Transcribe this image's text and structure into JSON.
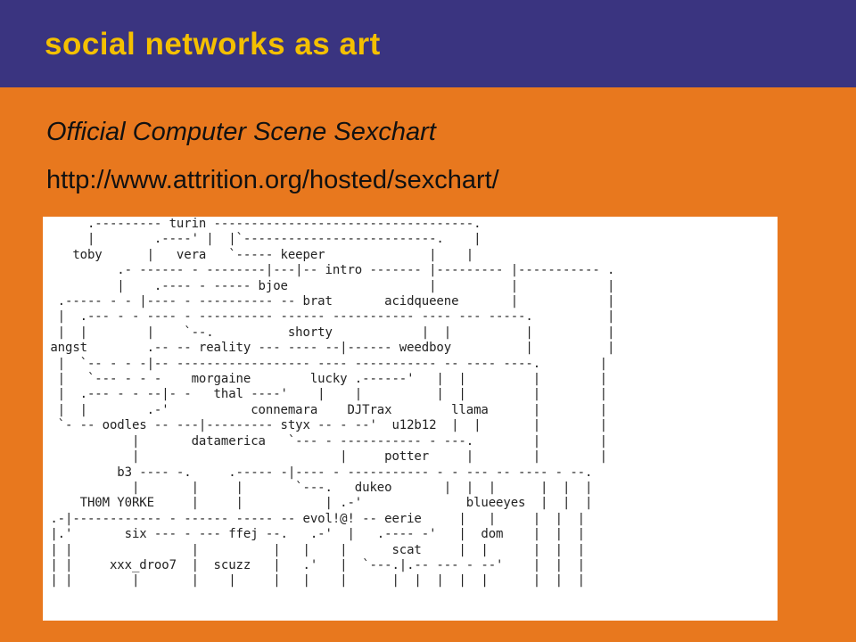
{
  "slide": {
    "title": "social networks as art",
    "subtitle": "Official Computer Scene Sexchart",
    "url": "http://www.attrition.org/hosted/sexchart/"
  },
  "sexchart": {
    "names": [
      "turin",
      "toby",
      "vera",
      "keeper",
      "intro",
      "bjoe",
      "brat",
      "acidqueene",
      "shorty",
      "angst",
      "reality",
      "weedboy",
      "morgaine",
      "lucky",
      "thal",
      "connemara",
      "DJTrax",
      "llama",
      "oodles",
      "styx",
      "u12b12",
      "datamerica",
      "potter",
      "b3",
      "dukeo",
      "TH0M Y0RKE",
      "blueeyes",
      "evol!@!",
      "eerie",
      "six",
      "ffej",
      "dom",
      "scat",
      "xxx_droo7",
      "scuzz"
    ],
    "art_lines": [
      "      .--------- turin -----------------------------------.",
      "      |        .----' |  |`--------------------------.    |",
      "    toby      |   vera   `----- keeper              |    |",
      "          .- ------ - --------|---|-- intro ------- |--------- |----------- .",
      "          |    .---- - ----- bjoe                   |          |            |",
      "  .----- - - |---- - ---------- -- brat       acidqueene       |            |",
      "  |  .--- - - ---- - ---------- ------ ----------- ---- --- -----.          |",
      "  |  |        |    `--.          shorty            |  |          |          |",
      " angst        .-- -- reality --- ---- --|------ weedboy          |          |",
      "  |  `-- - - -|-- ------------------ ---- ----------- -- ---- ----.        |",
      "  |   `--- - - -    morgaine        lucky .------'   |  |         |        |",
      "  |  .--- - - --|- -   thal ----'    |    |          |  |         |        |",
      "  |  |        .-'           connemara    DJTrax        llama      |        |",
      "  `- -- oodles -- ---|--------- styx -- - --'  u12b12  |  |       |        |",
      "            |       datamerica   `--- - ----------- - ---.        |        |",
      "            |                           |     potter     |        |        |",
      "          b3 ---- -.     .----- -|---- - ----------- - - --- -- ---- - --.",
      "            |       |     |       `---.   dukeo       |  |  |      |  |  |",
      "     TH0M Y0RKE     |     |           | .-'              blueeyes  |  |  |",
      " .-|------------ - ------ ----- -- evol!@! -- eerie     |   |     |  |  |",
      " |.'       six --- - --- ffej --.   .-'  |   .---- -'   |  dom    |  |  |",
      " | |                |          |   |    |      scat     |  |      |  |  |",
      " | |     xxx_droo7  |  scuzz   |   .'   |  `---.|.-- --- - --'    |  |  |",
      " | |        |       |    |     |   |    |      |  |  |  |  |      |  |  |"
    ]
  }
}
